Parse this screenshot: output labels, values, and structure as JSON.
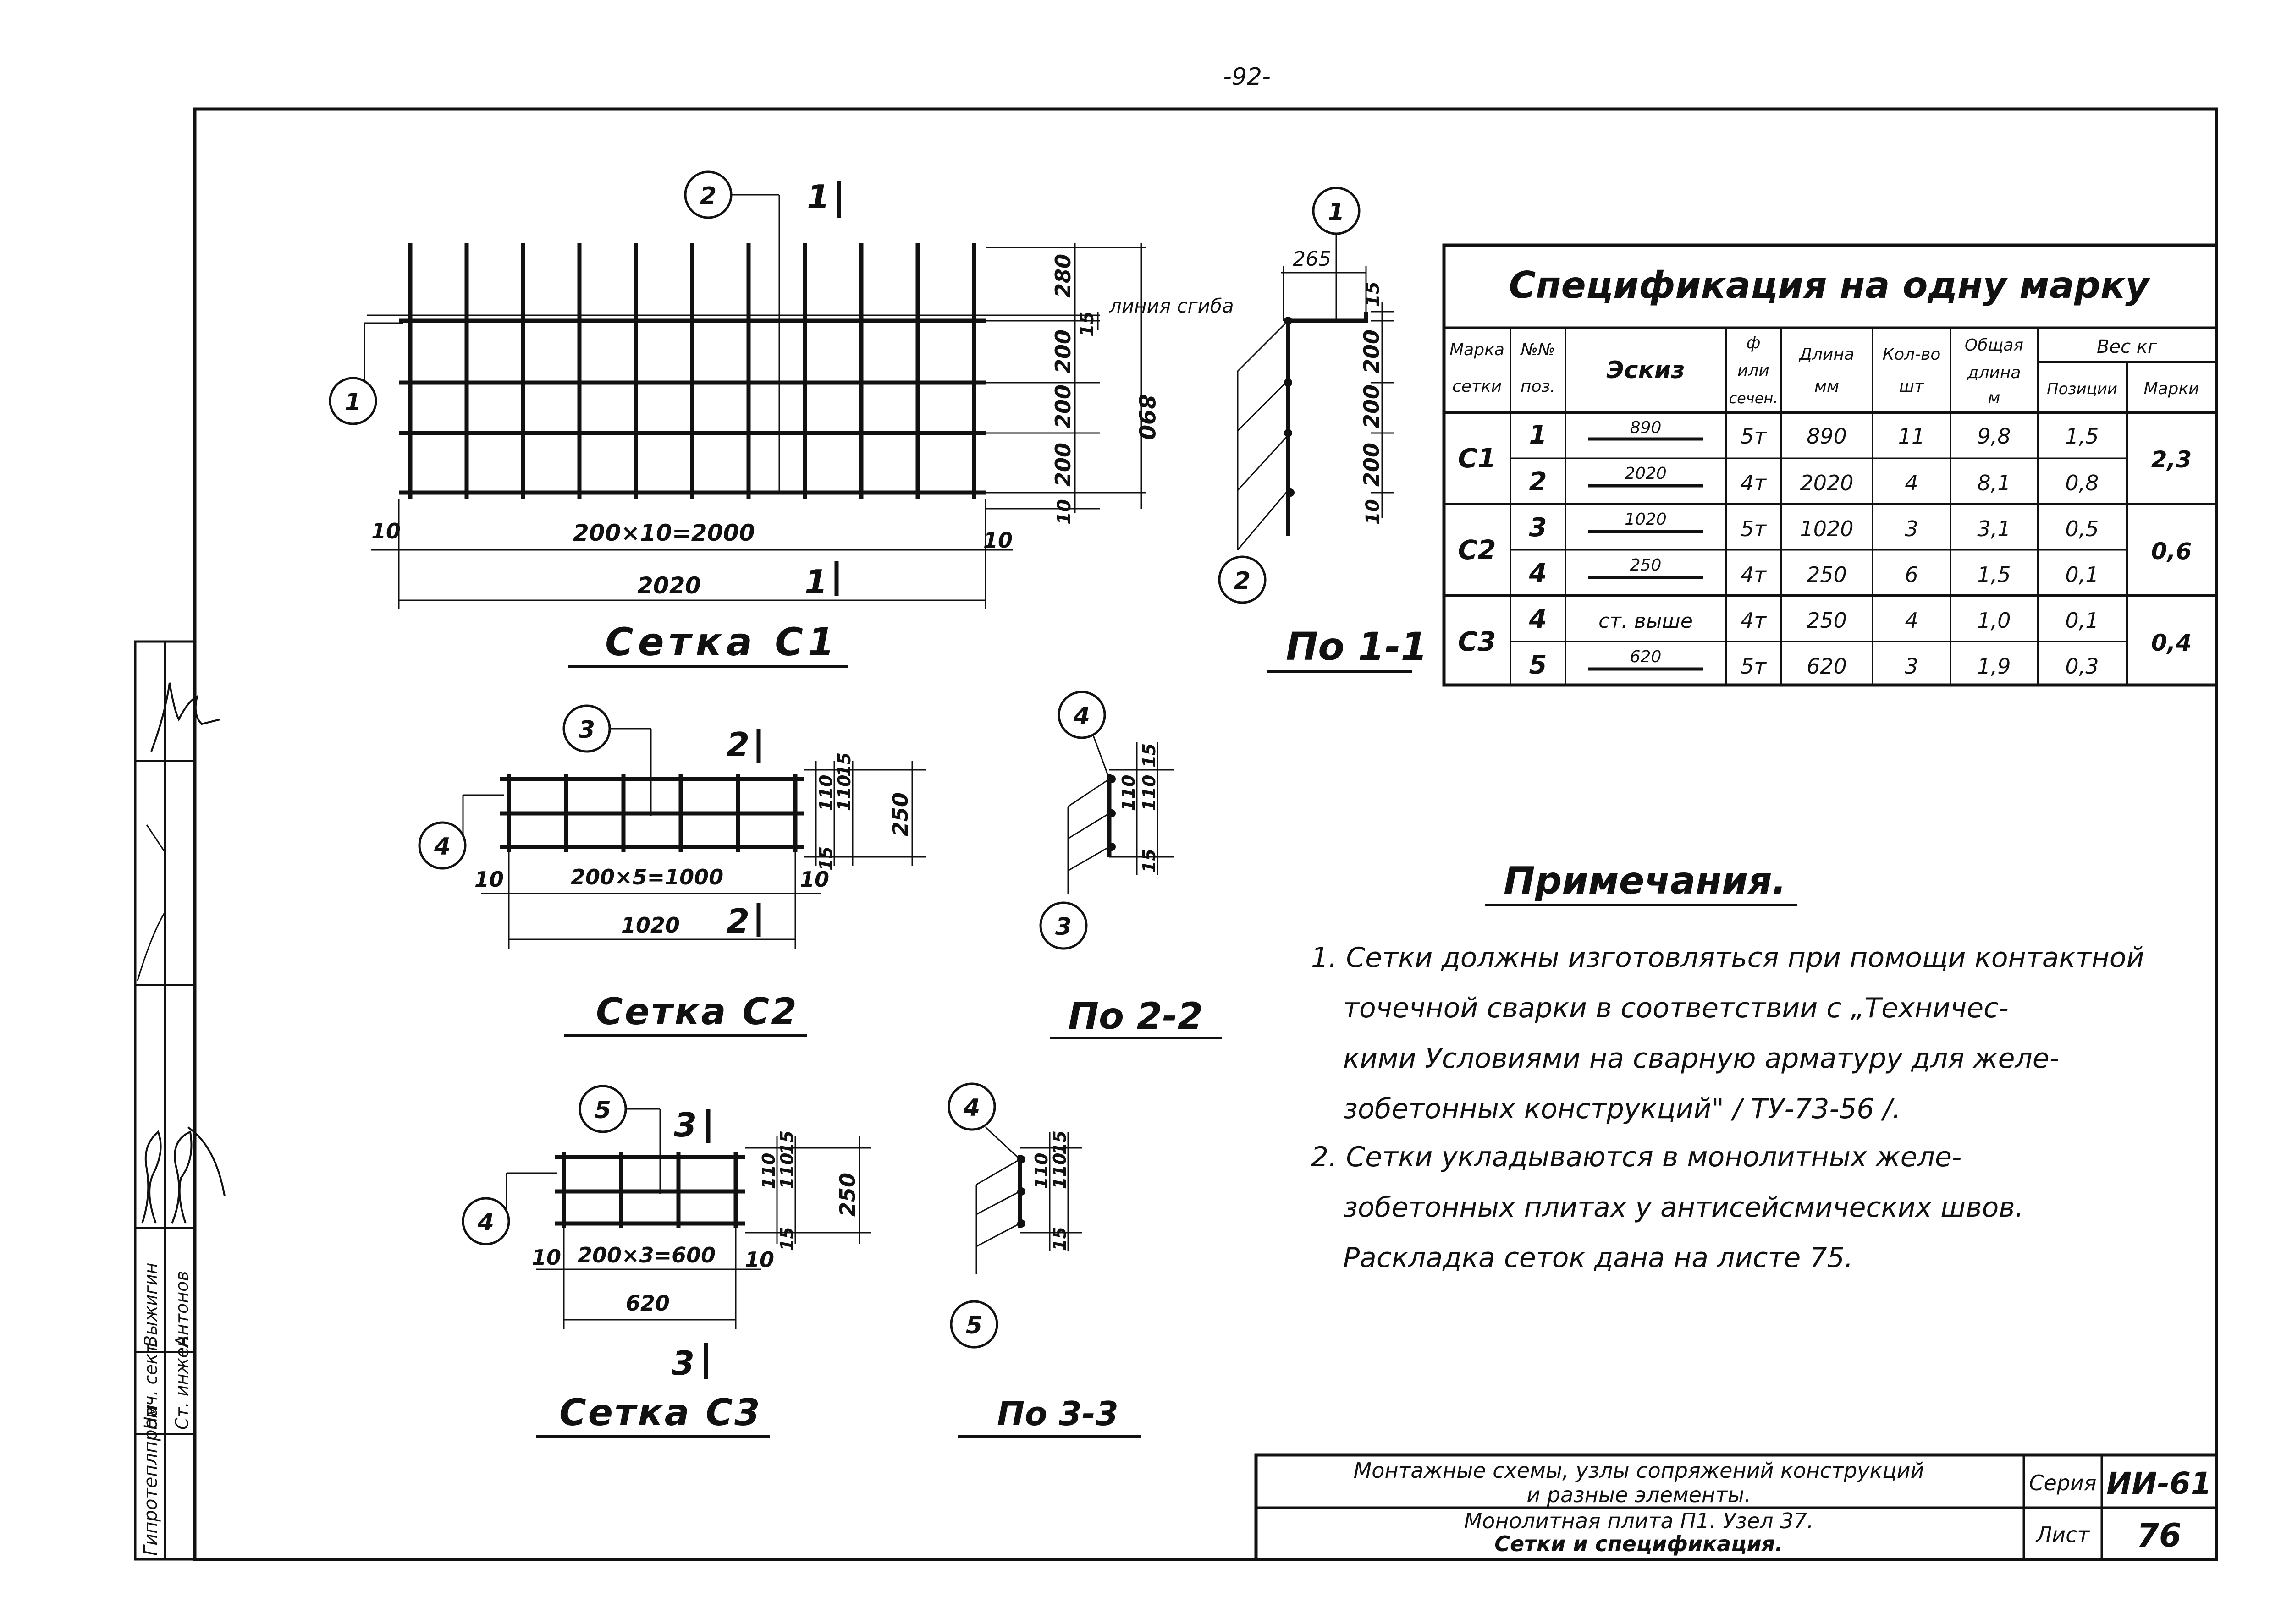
{
  "page_number": "-92-",
  "title_block": {
    "org": "Гипротеплпром",
    "roles": [
      {
        "role": "Нач. сект.",
        "name": "Выжигин"
      },
      {
        "role": "Ст. инжен.",
        "name": "Антонов"
      }
    ],
    "description_1": "Монтажные схемы, узлы сопряжений конструкций",
    "description_2": "и разные элементы.",
    "description_3": "Монолитная плита П1. Узел 37.",
    "description_4": "Сетки и спецификация.",
    "series_label": "Серия",
    "series_value": "ИИ-61",
    "sheet_label": "Лист",
    "sheet_value": "76"
  },
  "drawings": {
    "c1": {
      "caption": "Сетка С1",
      "section_mark": "1",
      "pos_a": "1",
      "pos_b": "2",
      "dim_pitch": "200×10=2000",
      "dim_total": "2020",
      "dim_edge": "10",
      "dim_280": "280",
      "dim_200": "200",
      "dim_15": "15",
      "dim_890": "890",
      "bend_label": "линия сгиба"
    },
    "s1": {
      "caption": "По 1-1",
      "pos_a": "1",
      "pos_b": "2",
      "dim_265": "265",
      "dim_15": "15",
      "dim_200": "200",
      "dim_10": "10"
    },
    "c2": {
      "caption": "Сетка С2",
      "section_mark": "2",
      "pos_a": "3",
      "pos_b": "4",
      "dim_pitch": "200×5=1000",
      "dim_total": "1020",
      "dim_edge": "10",
      "dim_15": "15",
      "dim_110": "110",
      "dim_250": "250"
    },
    "s2": {
      "caption": "По 2-2",
      "pos_a": "4",
      "pos_b": "3",
      "dim_15": "15",
      "dim_110": "110"
    },
    "c3": {
      "caption": "Сетка С3",
      "section_mark": "3",
      "pos_a": "5",
      "pos_b": "4",
      "dim_pitch": "200×3=600",
      "dim_total": "620",
      "dim_edge": "10",
      "dim_15": "15",
      "dim_110": "110",
      "dim_250": "250"
    },
    "s3": {
      "caption": "По 3-3",
      "pos_a": "4",
      "pos_b": "5",
      "dim_15": "15",
      "dim_110": "110"
    }
  },
  "spec": {
    "title": "Спецификация на одну марку",
    "headers": {
      "mark_1": "Марка",
      "mark_2": "сетки",
      "pos_1": "№№",
      "pos_2": "поз.",
      "sketch": "Эскиз",
      "dia_1": "ф",
      "dia_2": "или",
      "dia_3": "сечен.",
      "len_1": "Длина",
      "len_2": "мм",
      "qty_1": "Кол-во",
      "qty_2": "шт",
      "tot_1": "Общая",
      "tot_2": "длина",
      "tot_3": "м",
      "weight": "Вес кг",
      "w_pos": "Позиции",
      "w_mark": "Марки"
    },
    "groups": [
      {
        "mark": "С1",
        "mark_weight": "2,3",
        "rows": [
          {
            "pos": "1",
            "sketch": "890",
            "dia": "5т",
            "length": "890",
            "qty": "11",
            "total": "9,8",
            "w": "1,5"
          },
          {
            "pos": "2",
            "sketch": "2020",
            "dia": "4т",
            "length": "2020",
            "qty": "4",
            "total": "8,1",
            "w": "0,8"
          }
        ]
      },
      {
        "mark": "С2",
        "mark_weight": "0,6",
        "rows": [
          {
            "pos": "3",
            "sketch": "1020",
            "dia": "5т",
            "length": "1020",
            "qty": "3",
            "total": "3,1",
            "w": "0,5"
          },
          {
            "pos": "4",
            "sketch": "250",
            "dia": "4т",
            "length": "250",
            "qty": "6",
            "total": "1,5",
            "w": "0,1"
          }
        ]
      },
      {
        "mark": "С3",
        "mark_weight": "0,4",
        "rows": [
          {
            "pos": "4",
            "sketch": "ст. выше",
            "dia": "4т",
            "length": "250",
            "qty": "4",
            "total": "1,0",
            "w": "0,1"
          },
          {
            "pos": "5",
            "sketch": "620",
            "dia": "5т",
            "length": "620",
            "qty": "3",
            "total": "1,9",
            "w": "0,3"
          }
        ]
      }
    ]
  },
  "notes": {
    "title": "Примечания.",
    "lines": [
      "1.  Сетки должны изготовляться при помощи контактной",
      "точечной сварки в соответствии с „Техничес-",
      "кими Условиями на сварную арматуру для желе-",
      "зобетонных конструкций\" / ТУ-73-56 /.",
      "2.  Сетки укладываются в монолитных желе-",
      "зобетонных плитах у антисейсмических швов.",
      "Раскладка сеток дана на листе 75."
    ]
  }
}
